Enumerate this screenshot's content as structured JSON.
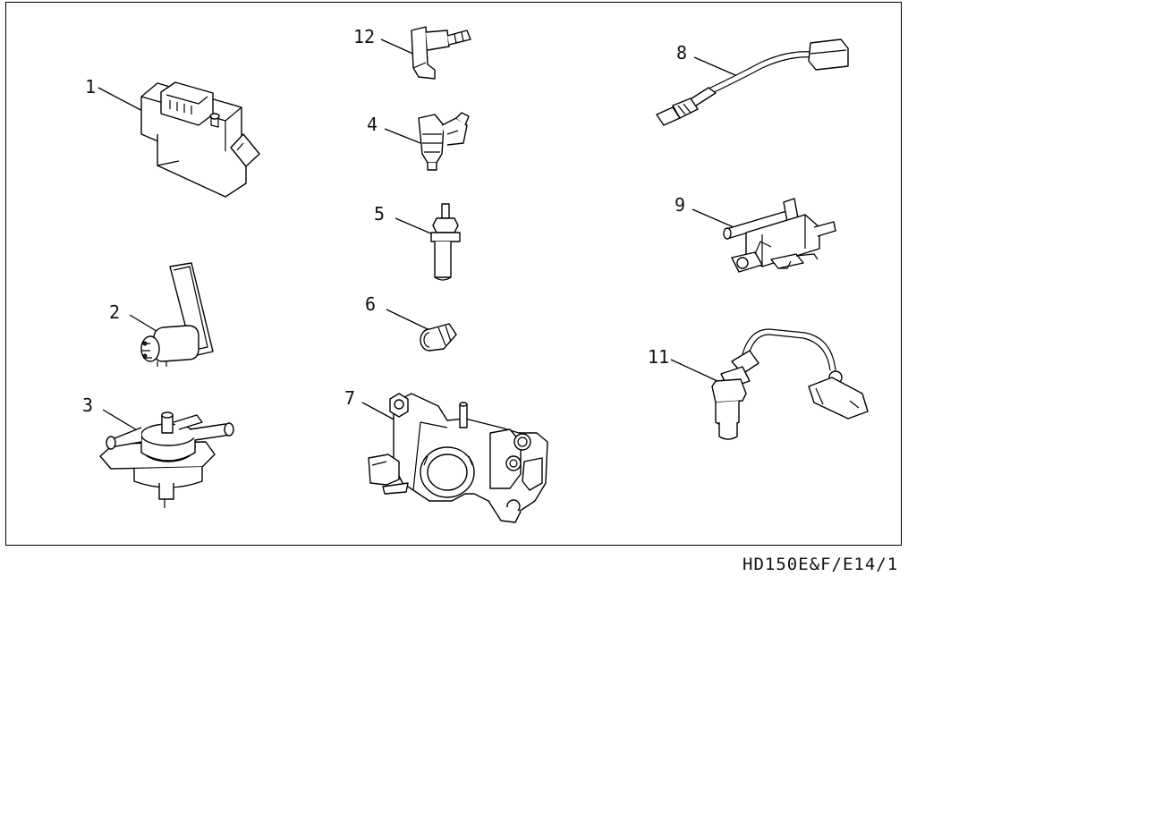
{
  "diagram": {
    "drawing_code": "HD150E&F/E14/1",
    "parts": [
      {
        "number": "1"
      },
      {
        "number": "2"
      },
      {
        "number": "3"
      },
      {
        "number": "4"
      },
      {
        "number": "5"
      },
      {
        "number": "6"
      },
      {
        "number": "7"
      },
      {
        "number": "8"
      },
      {
        "number": "9"
      },
      {
        "number": "11"
      },
      {
        "number": "12"
      }
    ]
  }
}
